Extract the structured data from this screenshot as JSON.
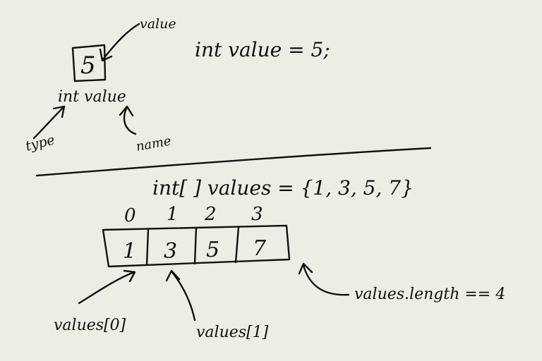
{
  "top": {
    "box_value": "5",
    "arrow_label": "value",
    "declaration_name": "int value",
    "type_label": "type",
    "name_label": "name",
    "code": "int value = 5;"
  },
  "array": {
    "code": "int[ ] values = {1, 3, 5, 7}",
    "indices": [
      "0",
      "1",
      "2",
      "3"
    ],
    "cells": [
      "1",
      "3",
      "5",
      "7"
    ],
    "first_label": "values[0]",
    "second_label": "values[1]",
    "length_label": "values.length == 4"
  },
  "colors": {
    "background": "#eceee3",
    "ink": "#111111"
  }
}
